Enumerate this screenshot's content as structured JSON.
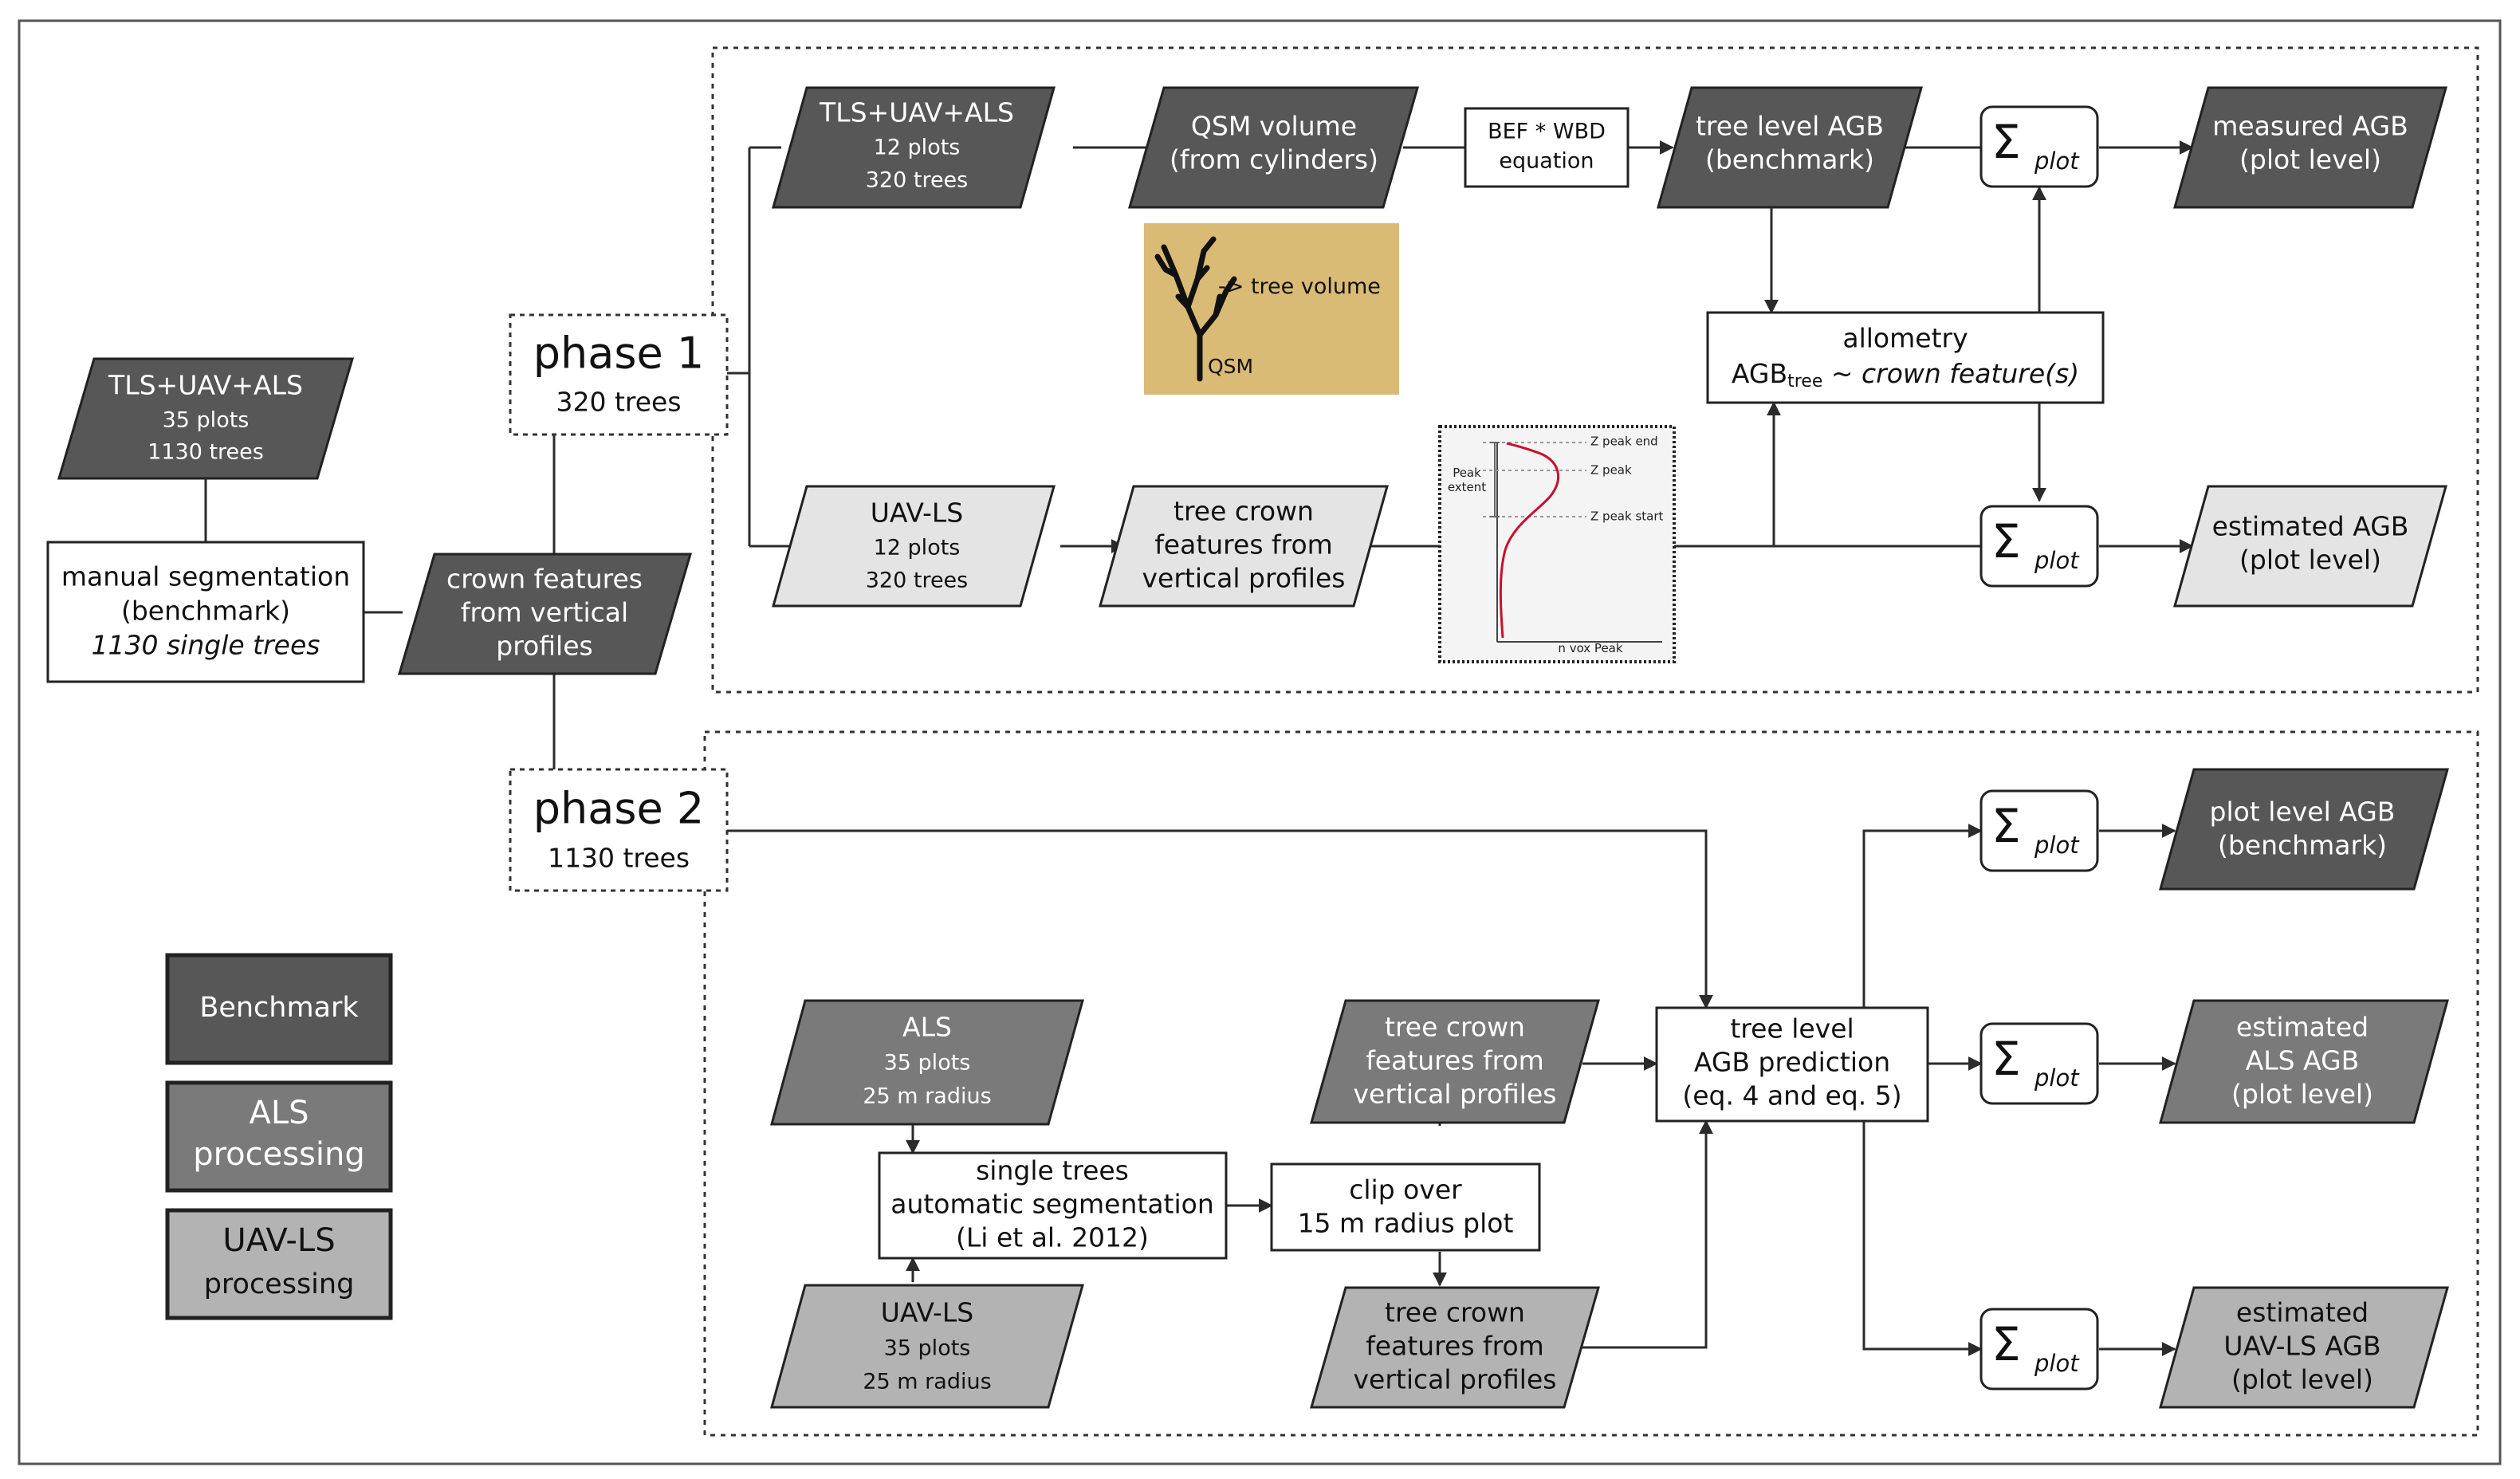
{
  "colors": {
    "dark": "#575757",
    "mid": "#7a7a7a",
    "light": "#b3b3b3",
    "lighter": "#e4e4e4",
    "white": "#ffffff",
    "qsm_bg": "#d9bb75",
    "line": "#2b2b2b"
  },
  "phase1": {
    "title": "phase 1",
    "count": "320 trees"
  },
  "phase2": {
    "title": "phase 2",
    "count": "1130 trees"
  },
  "left": {
    "input": {
      "title": "TLS+UAV+ALS",
      "l2": "35 plots",
      "l3": "1130 trees"
    },
    "segmentation": {
      "l1": "manual segmentation",
      "l2": "(benchmark)",
      "l3": "1130 single trees"
    },
    "crown": {
      "l1": "crown features",
      "l2": "from vertical",
      "l3": "profiles"
    }
  },
  "p1": {
    "tls": {
      "title": "TLS+UAV+ALS",
      "l2": "12 plots",
      "l3": "320 trees"
    },
    "qsm": {
      "l1": "QSM volume",
      "l2": "(from cylinders)"
    },
    "bef": {
      "l1": "BEF * WBD",
      "l2": "equation"
    },
    "tree_agb": {
      "l1": "tree level AGB",
      "l2": "(benchmark)"
    },
    "measured": {
      "l1": "measured AGB",
      "l2": "(plot level)"
    },
    "qsm_img": {
      "label": "-> tree volume",
      "tag": "QSM"
    },
    "allometry": {
      "l1": "allometry",
      "agb": "AGB",
      "sub": "tree",
      "rest": " ~ ",
      "it": "crown feature(s)"
    },
    "uav": {
      "title": "UAV-LS",
      "l2": "12 plots",
      "l3": "320 trees"
    },
    "crown": {
      "l1": "tree crown",
      "l2": "features from",
      "l3": "vertical profiles"
    },
    "estimated": {
      "l1": "estimated AGB",
      "l2": "(plot level)"
    },
    "profile": {
      "peak_end": "Z peak end",
      "peak": "Z peak",
      "peak_start": "Z peak start",
      "extent1": "Peak",
      "extent2": "extent",
      "xlabel": "n vox Peak"
    }
  },
  "sum": {
    "sigma": "Σ",
    "sub": "plot"
  },
  "p2": {
    "als": {
      "title": "ALS",
      "l2": "35 plots",
      "l3": "25 m radius"
    },
    "uav": {
      "title": "UAV-LS",
      "l2": "35 plots",
      "l3": "25 m radius"
    },
    "single": {
      "l1": "single trees",
      "l2": "automatic segmentation",
      "l3": "(Li et al. 2012)"
    },
    "clip": {
      "l1": "clip over",
      "l2": "15 m radius plot"
    },
    "crown_als": {
      "l1": "tree crown",
      "l2": "features from",
      "l3": "vertical profiles"
    },
    "crown_uav": {
      "l1": "tree crown",
      "l2": "features from",
      "l3": "vertical profiles"
    },
    "pred": {
      "l1": "tree level",
      "l2": "AGB prediction",
      "l3": "(eq. 4 and eq. 5)"
    },
    "plot_bench": {
      "l1": "plot level AGB",
      "l2": "(benchmark)"
    },
    "est_als": {
      "l1": "estimated",
      "l2": "ALS AGB",
      "l3": "(plot level)"
    },
    "est_uav": {
      "l1": "estimated",
      "l2": "UAV-LS AGB",
      "l3": "(plot level)"
    }
  },
  "legend": {
    "benchmark": "Benchmark",
    "als1": "ALS",
    "als2": "processing",
    "uav1": "UAV-LS",
    "uav2": "processing"
  }
}
